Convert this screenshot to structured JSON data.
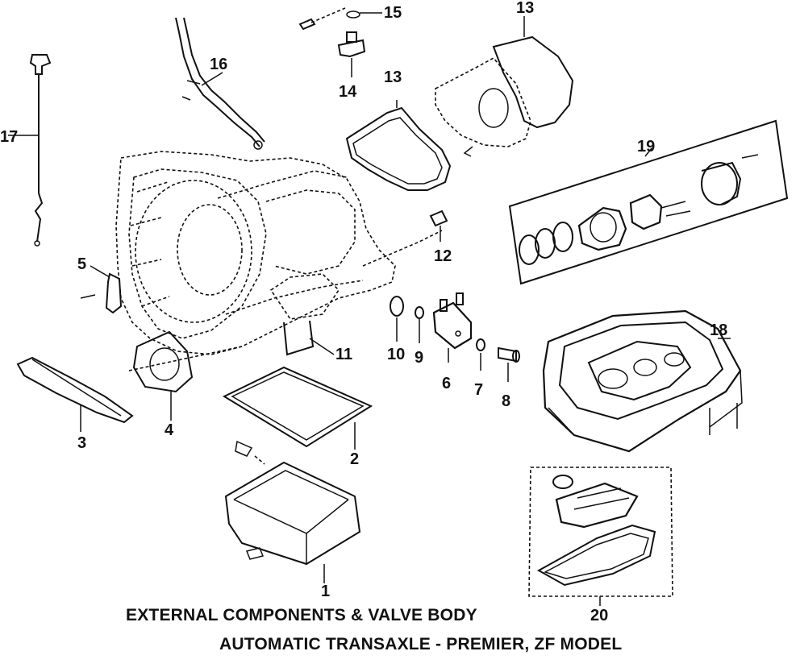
{
  "callouts": {
    "c1": "1",
    "c2": "2",
    "c3": "3",
    "c4": "4",
    "c5": "5",
    "c6": "6",
    "c7": "7",
    "c8": "8",
    "c9": "9",
    "c10": "10",
    "c11": "11",
    "c12": "12",
    "c13a": "13",
    "c13b": "13",
    "c14": "14",
    "c15": "15",
    "c16": "16",
    "c17": "17",
    "c18": "18",
    "c19": "19",
    "c20": "20"
  },
  "caption": {
    "line1": "EXTERNAL COMPONENTS & VALVE BODY",
    "line2": "AUTOMATIC TRANSAXLE - PREMIER, ZF MODEL"
  }
}
